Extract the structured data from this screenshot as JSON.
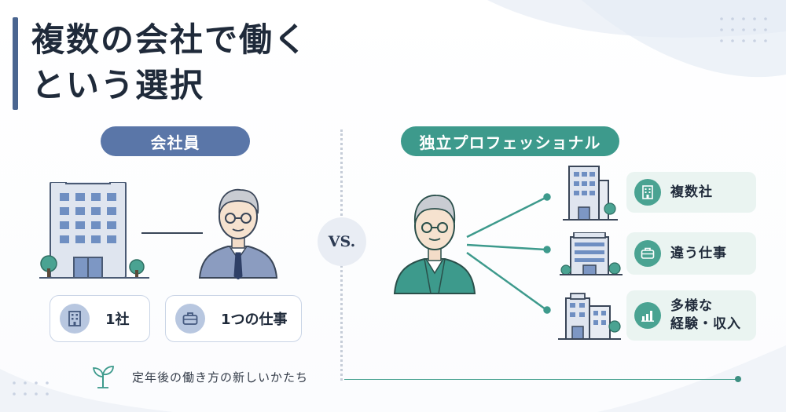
{
  "title": {
    "line1": "複数の会社で働く",
    "line2": "という選択"
  },
  "left_group": {
    "label": "会社員",
    "cards": [
      {
        "icon": "building-icon",
        "label": "1社"
      },
      {
        "icon": "briefcase-icon",
        "label": "1つの仕事"
      }
    ]
  },
  "vs_label": "VS.",
  "right_group": {
    "label": "独立プロフェッショナル",
    "cards": [
      {
        "icon": "building-icon",
        "label_line1": "複数社"
      },
      {
        "icon": "briefcase-icon",
        "label_line1": "違う仕事"
      },
      {
        "icon": "bar-chart-icon",
        "label_line1": "多様な",
        "label_line2": "経験・収入"
      }
    ]
  },
  "footer": {
    "icon": "sprout-icon",
    "text": "定年後の働き方の新しいかたち"
  },
  "colors": {
    "navy_accent": "#4a6590",
    "blue_pill": "#5a76a8",
    "teal_pill": "#3d9a8c",
    "teal_light": "#eaf4f1",
    "vs_circle": "#e9edf4"
  }
}
